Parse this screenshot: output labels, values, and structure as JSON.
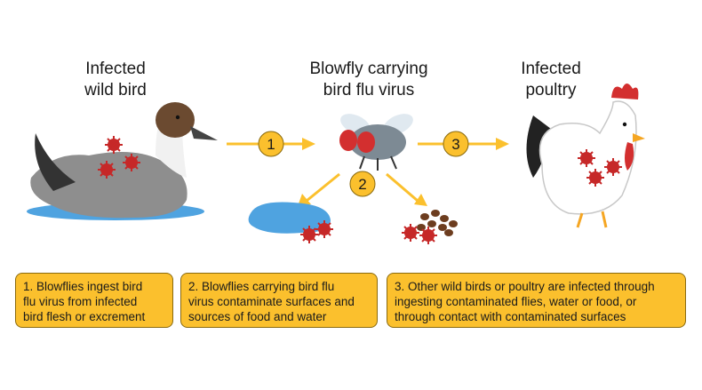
{
  "labels": {
    "wild_bird": [
      "Infected",
      "wild bird"
    ],
    "blowfly": [
      "Blowfly carrying",
      "bird flu virus"
    ],
    "poultry": [
      "Infected",
      "poultry"
    ]
  },
  "steps": [
    {
      "number": "1",
      "lines": [
        "1. Blowflies ingest bird",
        "flu virus from infected",
        "bird flesh or excrement"
      ]
    },
    {
      "number": "2",
      "lines": [
        "2. Blowflies carrying bird flu",
        "virus contaminate surfaces and",
        "sources of food and water"
      ]
    },
    {
      "number": "3",
      "lines": [
        "3. Other wild birds or poultry are infected through",
        "ingesting contaminated flies, water or food,  or",
        "through contact with contaminated surfaces"
      ]
    }
  ],
  "colors": {
    "arrow": "#fbc02d",
    "badge": "#fbc02d",
    "virus": "#c62828",
    "water": "#4fa3e0"
  }
}
